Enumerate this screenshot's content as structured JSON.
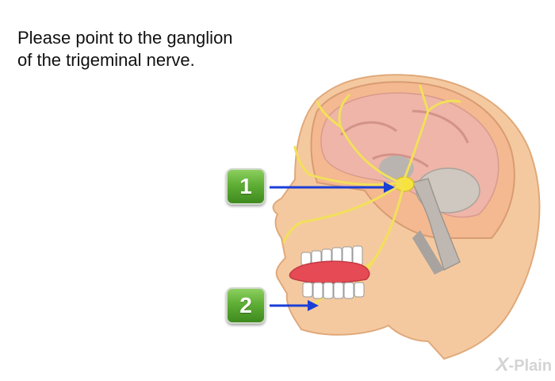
{
  "question": {
    "line1": "Please point to the ganglion",
    "line2": "of the trigeminal nerve."
  },
  "answers": [
    {
      "label": "1"
    },
    {
      "label": "2"
    }
  ],
  "logo": {
    "x": "X",
    "text": "-Plain"
  },
  "colors": {
    "button_green": "#5fae35",
    "arrow_blue": "#1a3fd6",
    "skin": "#f5c9a0",
    "nerve_yellow": "#f2e05a"
  }
}
